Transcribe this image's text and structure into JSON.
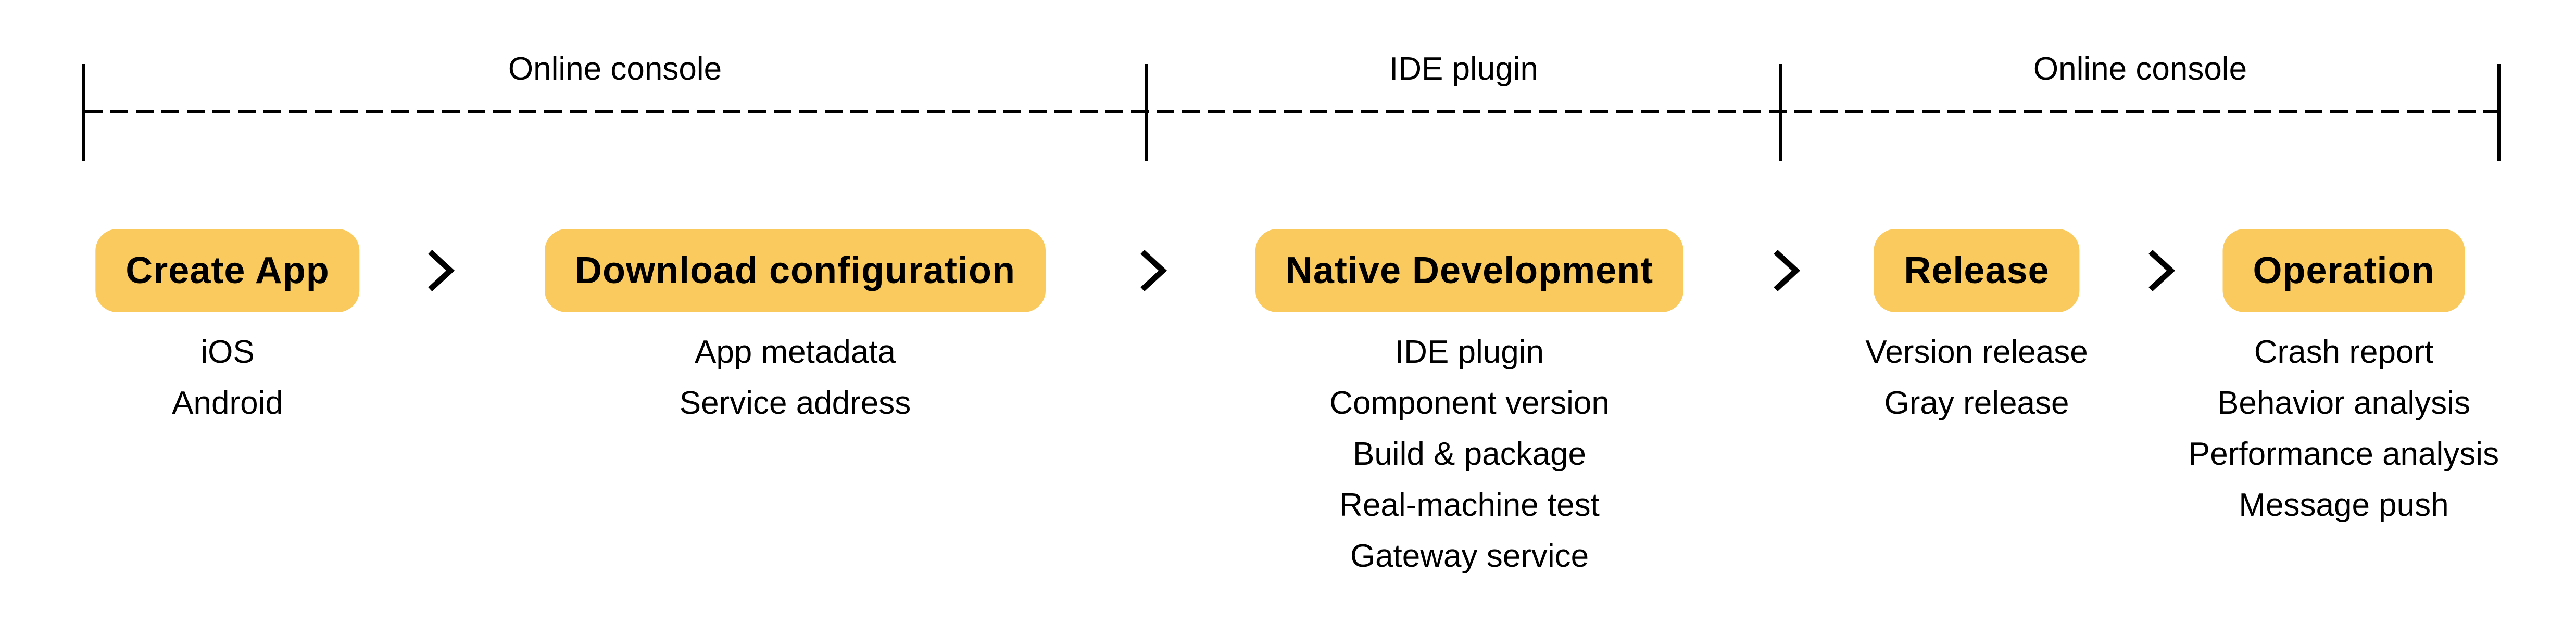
{
  "scopes": [
    {
      "label": "Online console"
    },
    {
      "label": "IDE plugin"
    },
    {
      "label": "Online console"
    }
  ],
  "steps": [
    {
      "label": "Create App",
      "items": [
        "iOS",
        "Android"
      ]
    },
    {
      "label": "Download configuration",
      "items": [
        "App metadata",
        "Service address"
      ]
    },
    {
      "label": "Native Development",
      "items": [
        "IDE plugin",
        "Component version",
        "Build & package",
        "Real-machine test",
        "Gateway service"
      ]
    },
    {
      "label": "Release",
      "items": [
        "Version release",
        "Gray release"
      ]
    },
    {
      "label": "Operation",
      "items": [
        "Crash report",
        "Behavior analysis",
        "Performance analysis",
        "Message push"
      ]
    }
  ],
  "icons": {
    "step_separator": "chevron-right-icon"
  },
  "colors": {
    "pill_bg": "#FACA5E",
    "text": "#000000",
    "line": "#000000",
    "background": "#FFFFFF"
  }
}
